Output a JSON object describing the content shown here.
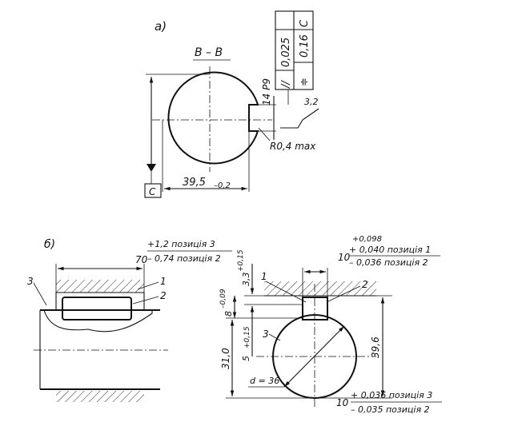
{
  "view_a": {
    "label": "a)",
    "section": "B – B",
    "tol_parallel": "0,025",
    "tol_datum": "C",
    "tol_sym": "0,16",
    "keyway": "14 P9",
    "roughness": "3,2",
    "fillet": "R0,4 max",
    "depth": "39,5",
    "depth_tol": "–0,2",
    "datum": "C"
  },
  "view_b": {
    "label": "б)",
    "len": "70",
    "len_up": "+1,2 позиція 3",
    "len_dn": "– 0,74 позиція 2",
    "pos1": "1",
    "pos2": "2",
    "pos3": "3"
  },
  "view_c": {
    "w": "10",
    "w_tol0": "+0,098",
    "w_up": "+ 0,040 позиція 1",
    "w_dn": "– 0,036 позиція 2",
    "pos1": "1",
    "pos2": "2",
    "pos3": "3",
    "h33": "3,3",
    "h33_tol": "+0,15",
    "h8": "8",
    "h8_tol": "–0,09",
    "h5": "5",
    "h5_tol": "+0,15",
    "h31": "31,0",
    "h396": "39,6",
    "dia": "d = 36",
    "b10": "10",
    "b_up": "+ 0,036 позиція 3",
    "b_dn": "– 0,035 позиція 2"
  }
}
